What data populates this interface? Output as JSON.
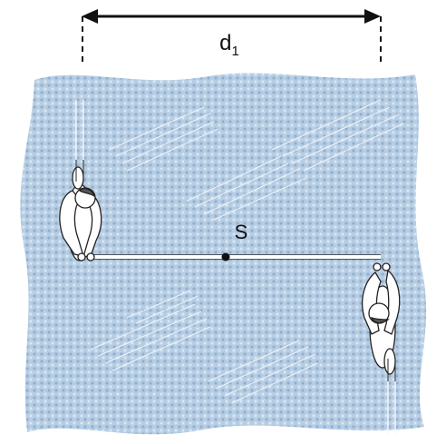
{
  "distance_label": {
    "main": "d",
    "subscript": "1"
  },
  "center_label": "S",
  "colors": {
    "ice": "#b7cde3",
    "ice_dots": "#8fb0d0",
    "ice_light": "#d8e6f2",
    "scratch": "#f2f6fb",
    "ink": "#111111",
    "rope": "#ffffff"
  },
  "figures": [
    {
      "name": "skater-left",
      "description_icon": "skater-top-view-icon"
    },
    {
      "name": "skater-right",
      "description_icon": "skater-top-view-icon"
    }
  ]
}
